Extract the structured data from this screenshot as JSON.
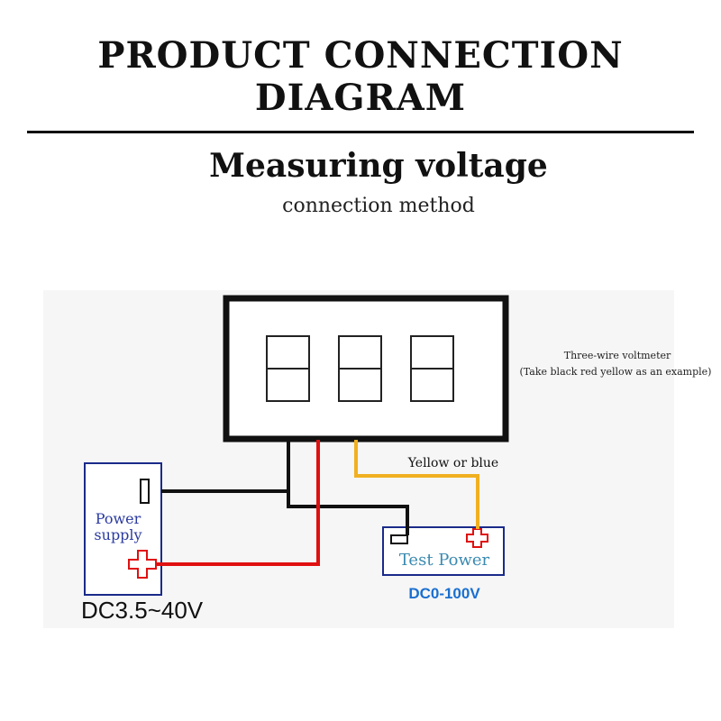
{
  "header": {
    "title": "PRODUCT CONNECTION DIAGRAM",
    "subtitle": "Measuring voltage",
    "subsubtitle": "connection method"
  },
  "notes": {
    "line1": "Three-wire voltmeter",
    "line2": "(Take black red yellow as an example)"
  },
  "labels": {
    "wire_label": "Yellow or blue",
    "power_supply_line1": "Power",
    "power_supply_line2": "supply",
    "power_supply_voltage": "DC3.5~40V",
    "test_power": "Test Power",
    "test_power_voltage": "DC0-100V"
  },
  "colors": {
    "black_wire": "#111111",
    "red_wire": "#e01010",
    "yellow_wire": "#f0b020",
    "box_outline": "#1a2a8a",
    "test_power_text": "#3a8ab0",
    "test_power_voltage_text": "#1a6fd0",
    "power_supply_text": "#2a3aa0"
  }
}
